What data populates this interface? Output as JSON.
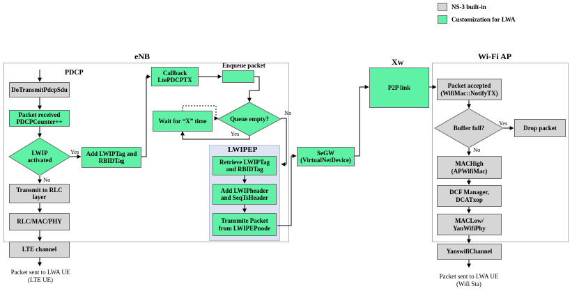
{
  "colors": {
    "builtin": "#d6d6d6",
    "custom": "#5ff2a6",
    "lwipep_bg": "#dfe4f3"
  },
  "legend": {
    "builtin_label": "NS-3 built-in",
    "custom_label": "Customization for LWA"
  },
  "regions": {
    "enb_title": "eNB",
    "xw_title": "Xw",
    "wifi_title": "Wi-Fi AP",
    "pdcp_title": "PDCP",
    "lwipep_title": "LWIPEP"
  },
  "pdcp": {
    "do_transmit": "DoTransmitPdcpSdu",
    "packet_received": "Packet received\nPDCPCounter++",
    "lwip_activated": "LWIP\nactivated",
    "transmit_rlc": "Transmit to RLC\nlayer",
    "rlc_mac_phy": "RLC/MAC/PHY",
    "add_lwip_tag": "Add LWIPTag and\nRBIDTag",
    "callback": "Callback\nLtePDCPTX",
    "enqueue": "Enqueue packet",
    "queue_empty": "Queue empty?",
    "wait": "Wait for “X” time"
  },
  "lwipep": {
    "retrieve": "Retrieve LWIPTag\nand RBIDTag",
    "add_header": "Add LWIPheader\nand SeqTsHeader",
    "transmit": "Transmite Packet\nfrom LWIPEPnode"
  },
  "lte_channel": "LTE channel",
  "sent_lte": "Packet sent to LWA UE\n(LTE UE)",
  "segw": "SeGW\n(VirtualNetDevice)",
  "p2p": "P2P link",
  "wifi": {
    "accepted": "Packet accepted\n(WifiMac::NotifyTX)",
    "buffer_full": "Buffer full?",
    "drop": "Drop packet",
    "machigh": "MACHigh\n(APWifiMac)",
    "dcf": "DCF Manager,\nDCATxop",
    "maclow": "MACLow/\nYanWifiPhy",
    "channel": "YanswifiChannel"
  },
  "sent_wifi": "Packet sent to LWA UE\n(Wifi Sta)",
  "labels": {
    "yes": "Yes",
    "no": "No"
  }
}
